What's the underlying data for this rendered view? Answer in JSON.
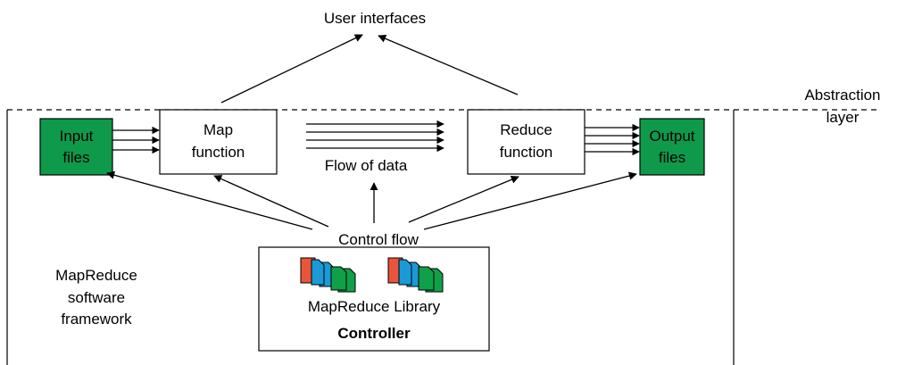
{
  "top_label": "User interfaces",
  "abstraction_label": [
    "Abstraction",
    "layer"
  ],
  "framework_label": [
    "MapReduce",
    "software",
    "framework"
  ],
  "input_files": [
    "Input",
    "files"
  ],
  "map_function": [
    "Map",
    "function"
  ],
  "flow_of_data": "Flow of data",
  "reduce_function": [
    "Reduce",
    "function"
  ],
  "output_files": [
    "Output",
    "files"
  ],
  "control_flow": "Control flow",
  "library_label": "MapReduce Library",
  "controller_label": "Controller",
  "colors": {
    "file_box_fill": "#0e9a4a",
    "doc_red": "#e8553b",
    "doc_blue": "#1a9ad6",
    "doc_green": "#10a04a"
  },
  "icons": [
    "document-stack-icon",
    "document-stack-icon"
  ]
}
